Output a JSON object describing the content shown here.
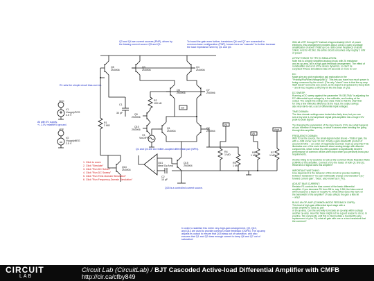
{
  "header": {
    "site": "Circuit Lab (CircuitLab)",
    "separator": "/",
    "title": "BJT Cascoded Active-load Differential Amplifier with CMFB",
    "url": "http://cir.ca/cfby849",
    "logo_top": "CIRCUIT",
    "logo_bottom": "LAB"
  },
  "notes": {
    "n1": [
      "Q3 and Q4 are current sources (PNP), driven by",
      "the biasing current source Q5 and Q1."
    ],
    "n2": [
      "To boost the gain even further, transistors Q6 and Q7 are connected in",
      "common-base configuration (PNP), known here as \"cascode\" to further increase",
      "the load impedance seen by Q1 and Q2."
    ],
    "n3": [
      "R1 sets the simple circuit bias current."
    ],
    "n4": [
      "Q1 and Q2 are an emitter-coupled differential pair (NPN)."
    ],
    "n5": [
      "Q15 is a controlled current source."
    ],
    "n6": [
      "In order to stabilize this entire very-high-gain arrangement, Q9, Q10,",
      "and Q13 are used to provide common-mode feedback (CMFB). The op-amp",
      "adjusts its output to ensure that Q15 stays out of saturation, and also",
      "ensures that Q1 and Q2 draw enough current to keep Q6 and Q7 out of",
      "saturation!"
    ],
    "supply": [
      "All with 5V supply,",
      "+/- 2.5V relative to ground."
    ],
    "steps": [
      "1. Click to zoom",
      "2. Click \"Simulate\"",
      "3. Click \"Run DC Solver\"",
      "4. Click \"Run DC Sweep\"",
      "5. Click \"Run Time-Domain Simulation\"",
      "6. Click \"Run Frequency-Domain Simulation\""
    ],
    "green": [
      "With all of R7 through R7 instead of approximately 40x/V of power",
      "electrons, this arrangement provides about 1.8x10-3 gain (a voltage",
      "amplification of about 70dB) up to a -3dB corner frequency of about",
      "10kHz. And for 40.5Hz, the entire circuit consumes only roughly 1 mW",
      "of power!",
      "",
      "A FEW THINGS TO TRY IN SIMULATION:",
      "Note this is a highly simplified analog circuit, with 2k resistance",
      "and an op-amp, all in a high-gain feedback arrangement. The effect of",
      "nonidealities and a lot of the device dynamics, so don't be",
      "surprised if these simulations take 20 seconds or more to run!",
      "",
      "DC:",
      "Make give any plot exploration ask exploration in the",
      "\"Probing/Plot/Wire/Voltage(MNO)\". This lets you trace how much power is",
      "being consumed by the circuit. (The only \"check\" here is that the op-amp",
      "itself doesn't consume any power, as its output is at quiescent.) Deep Bulb",
      "-- and in fact requires a tiny tiny bit into the base of Q15.",
      "",
      "DC SWEEP:",
      "Running a DC sweep against the parameter \"IN DELTMA\" is adjusting the",
      "DC differential input voltage by a few millivolts, and looking at the",
      "output. The output line swings very clear. Note is that the chart that",
      "for only a few millivolts difference at the input, the output swings",
      "also very rail-to-rail, a set of differential input voltages.",
      "",
      "TIME DOMAIN:",
      "The time-domain settings were tested also fairly slow, but you can",
      "see a tiny sine 1-mV-amplitude signal gets amplified into a huge 2.5V",
      "peak-to-peak signal!",
      "",
      "Try changing the parameters of the input source V3 to see what happens",
      "as you increase in frequency, or what it causes when bending the going",
      "through this amplifier.",
      "",
      "FREQUENCY DOMAIN:",
      "With V3 as the source, the small-signal model shows ~70dB of gain, the",
      "with a -3dB corner near 10 kHz. Finally a gain-bandwidth product of",
      "around 30 MHz -- an order of magnitude less than must op-amp this! This",
      "illustrates one of the main features about analog design with discrete",
      "components, which is that it's often possible to significantly beat the",
      "performance of common off-the-shelf chips when you precisely know your",
      "requirements.",
      "",
      "Another thing to try would be to look at the Common-Mode Rejection Ratio",
      "(CMRR) of this amplifier. Connect V3 to the bases of both Q1 and Q2.",
      "What kind of signal does this amplifier?",
      "",
      "IMPORTANT WATCHING:",
      "How dependent is the behavior of this circuit on precise matching",
      "between transistors? You can individually change one transistor's β (\"",
      "forward current gain\", \"beta\", also known as h_FE).",
      "",
      "ADJUST BIAS CURRENT:",
      "Resistor R1 controls the bias current of the basic differential",
      "amplifier. If you decrease R1 from 2M to, say, 0.5M, the bias current",
      "will increase by a factor of roughly 4x. What effect does this have on",
      "the bandwidth of the amplifier? Or also affects the gain a little bit",
      "-- why?",
      "",
      "BUILD AN OP-AMP (COMMON-MODE FEEDBACK CMFB):",
      "This kind of high-gain differential input stage with a",
      "single amplifier is used as part",
      "of an op-amp. Can the and willy to include an op-amp within a stage",
      "another op-amp. How this these might not be a good reason to do so. In",
      "practice, this complexity until this is intermediate a bandwidth early",
      "replacement of your. Try what all gain with one or a two transistors that",
      "the common?"
    ]
  },
  "components": {
    "Q3": [
      "Q3",
      "2N3906"
    ],
    "Q4": [
      "Q4",
      "2N3906"
    ],
    "Q5": [
      "Q5",
      "2N3906"
    ],
    "Q6": [
      "Q6",
      "2N3906"
    ],
    "Q7": [
      "Q7",
      "2N3906"
    ],
    "Q1": [
      "Q1",
      "2N3904"
    ],
    "Q2": [
      "Q2",
      "2N3904"
    ],
    "Q13": [
      "Q13",
      "2N3904"
    ],
    "Q15": [
      "Q15",
      "2N3904"
    ],
    "Q9": [
      "Q9",
      "2N3906"
    ],
    "Q10": [
      "Q10",
      "2N3906"
    ],
    "R1": [
      "R1",
      "2 MΩ"
    ],
    "R2": [
      "R2",
      "100 kΩ"
    ],
    "R4": [
      "R4",
      "1 MΩ"
    ],
    "R5": [
      "R5",
      "1 MΩ"
    ],
    "R6": [
      "R6",
      "1 MΩ"
    ],
    "R7": [
      "R7",
      "1 MΩ"
    ],
    "C1": [
      "C1",
      "30 pF"
    ],
    "C2": [
      "C2",
      "10 pF"
    ],
    "OA1": [
      "OA1",
      "Ideal Op Amp"
    ],
    "VCC": "VCC",
    "VEE": "VEE",
    "V1": [
      "V1",
      "VsupplyPOS",
      "2.5 V"
    ],
    "V2": [
      "V2",
      "VsupplyNEG",
      "2.5 V"
    ],
    "V3": [
      "V3",
      "VinDIFF"
    ],
    "out": "out",
    "V4": "V4",
    "V5": "V5",
    "Vout": "Vout"
  }
}
